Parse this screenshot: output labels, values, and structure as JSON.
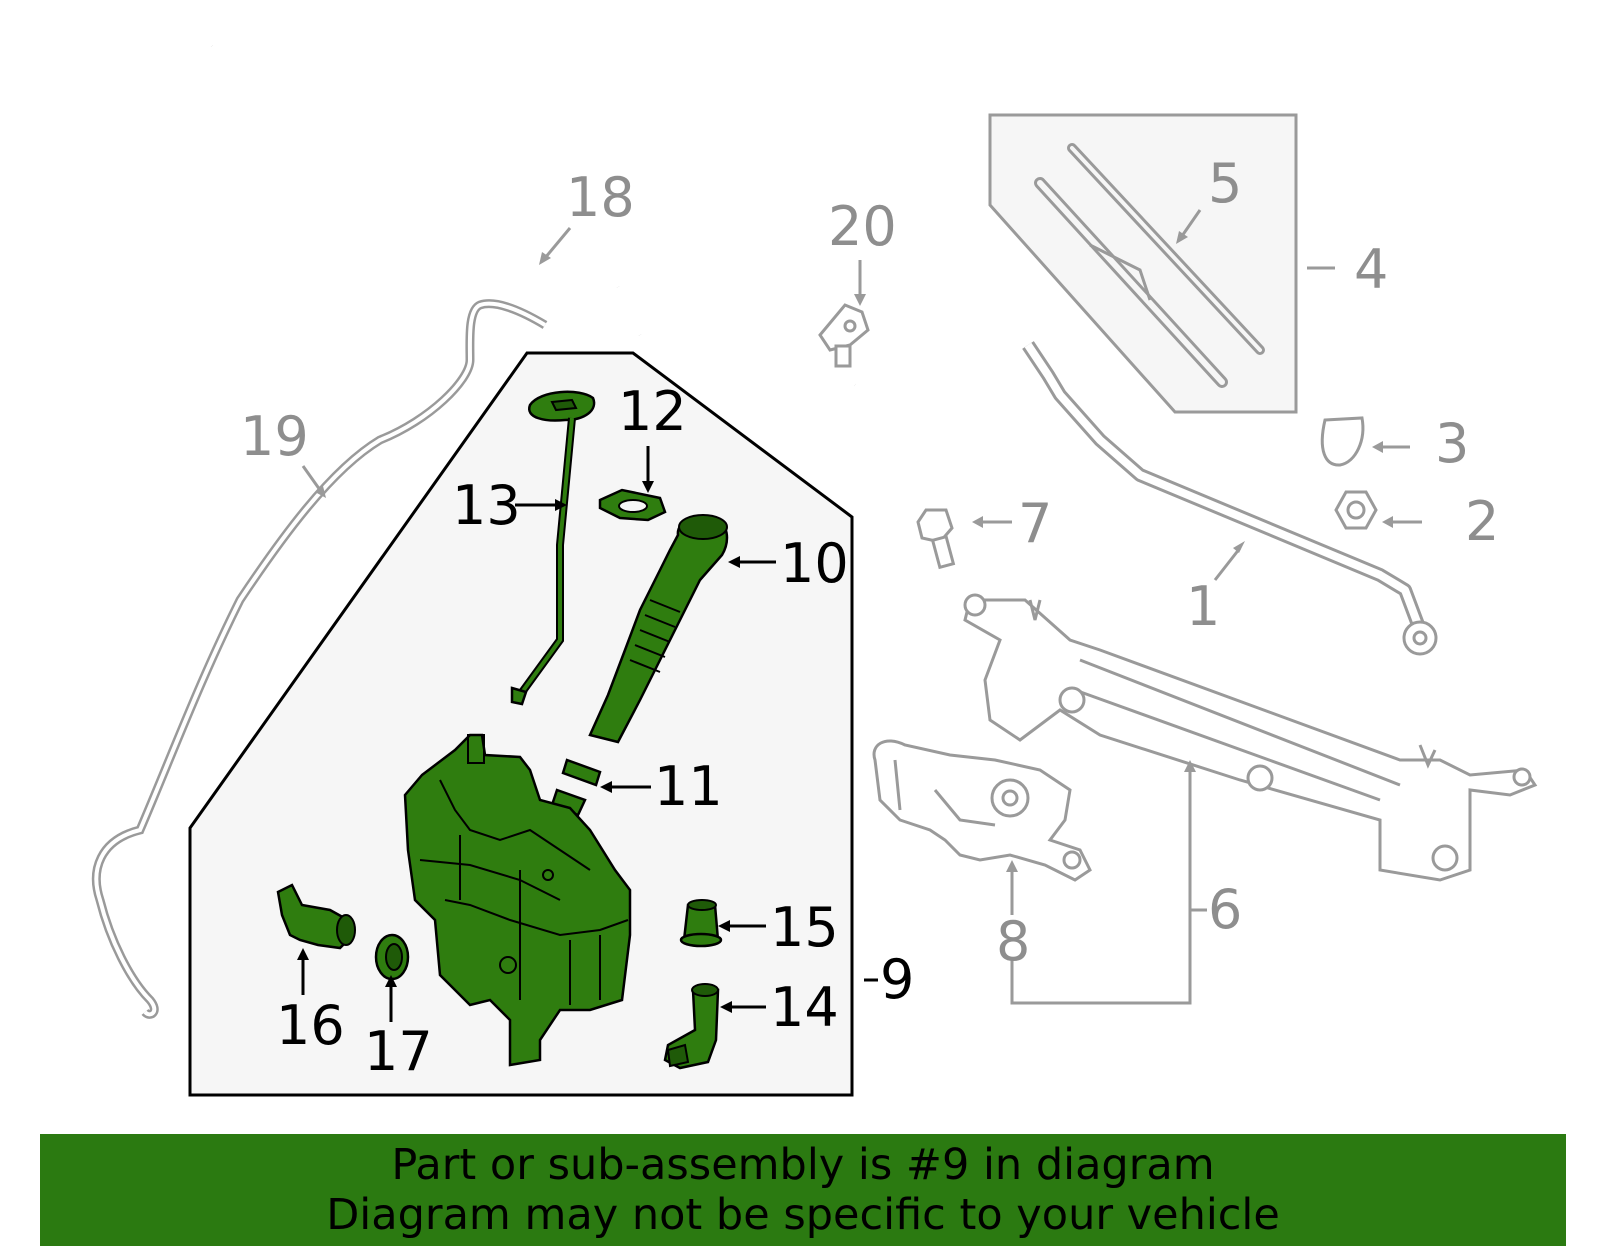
{
  "callouts": [
    {
      "id": "1",
      "text": "1",
      "highlighted": false
    },
    {
      "id": "2",
      "text": "2",
      "highlighted": false
    },
    {
      "id": "3",
      "text": "3",
      "highlighted": false
    },
    {
      "id": "4",
      "text": "4",
      "highlighted": false
    },
    {
      "id": "5",
      "text": "5",
      "highlighted": false
    },
    {
      "id": "6",
      "text": "6",
      "highlighted": false
    },
    {
      "id": "7",
      "text": "7",
      "highlighted": false
    },
    {
      "id": "8",
      "text": "8",
      "highlighted": false
    },
    {
      "id": "9",
      "text": "9",
      "highlighted": true
    },
    {
      "id": "10",
      "text": "10",
      "highlighted": true
    },
    {
      "id": "11",
      "text": "11",
      "highlighted": true
    },
    {
      "id": "12",
      "text": "12",
      "highlighted": true
    },
    {
      "id": "13",
      "text": "13",
      "highlighted": true
    },
    {
      "id": "14",
      "text": "14",
      "highlighted": true
    },
    {
      "id": "15",
      "text": "15",
      "highlighted": true
    },
    {
      "id": "16",
      "text": "16",
      "highlighted": true
    },
    {
      "id": "17",
      "text": "17",
      "highlighted": true
    },
    {
      "id": "18",
      "text": "18",
      "highlighted": false
    },
    {
      "id": "19",
      "text": "19",
      "highlighted": false
    },
    {
      "id": "20",
      "text": "20",
      "highlighted": false
    }
  ],
  "banner": {
    "line1": "Part or sub-assembly is #9 in diagram",
    "line2": "Diagram may not be specific to your vehicle"
  },
  "colors": {
    "highlight_part": "#2f7d0f",
    "banner_bg": "#2b7a11",
    "inactive_part": "#9a9a9a",
    "group_panel": "#f6f6f6"
  }
}
